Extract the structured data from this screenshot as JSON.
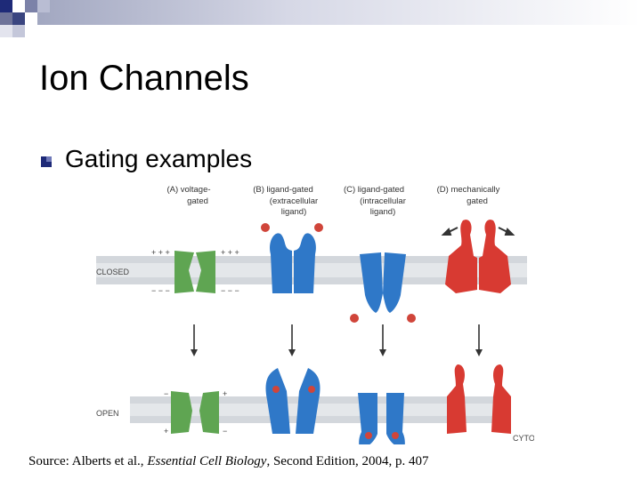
{
  "slide": {
    "title": "Ion Channels",
    "bullet": "Gating examples",
    "source": {
      "prefix": "Source: Alberts et al., ",
      "book": "Essential Cell Biology",
      "suffix": ", Second Edition, 2004, p. 407"
    }
  },
  "figure": {
    "panels": [
      {
        "line1": "(A) voltage-",
        "line2": "gated",
        "line3": ""
      },
      {
        "line1": "(B) ligand-gated",
        "line2": "(extracellular",
        "line3": "ligand)"
      },
      {
        "line1": "(C) ligand-gated",
        "line2": "(intracellular",
        "line3": "ligand)"
      },
      {
        "line1": "(D) mechanically",
        "line2": "gated",
        "line3": ""
      }
    ],
    "states": {
      "closed": "CLOSED",
      "open": "OPEN",
      "cytosol": "CYTOSOL"
    },
    "charges": {
      "plus": "+ + +",
      "minus": "− − −",
      "plus_single": "+",
      "minus_single": "−"
    },
    "colors": {
      "voltage": "#5fa552",
      "ligand": "#2f78c8",
      "mechanical": "#d83a32",
      "membrane": "#d5d9de",
      "ligand_dot": "#d0453a"
    }
  }
}
